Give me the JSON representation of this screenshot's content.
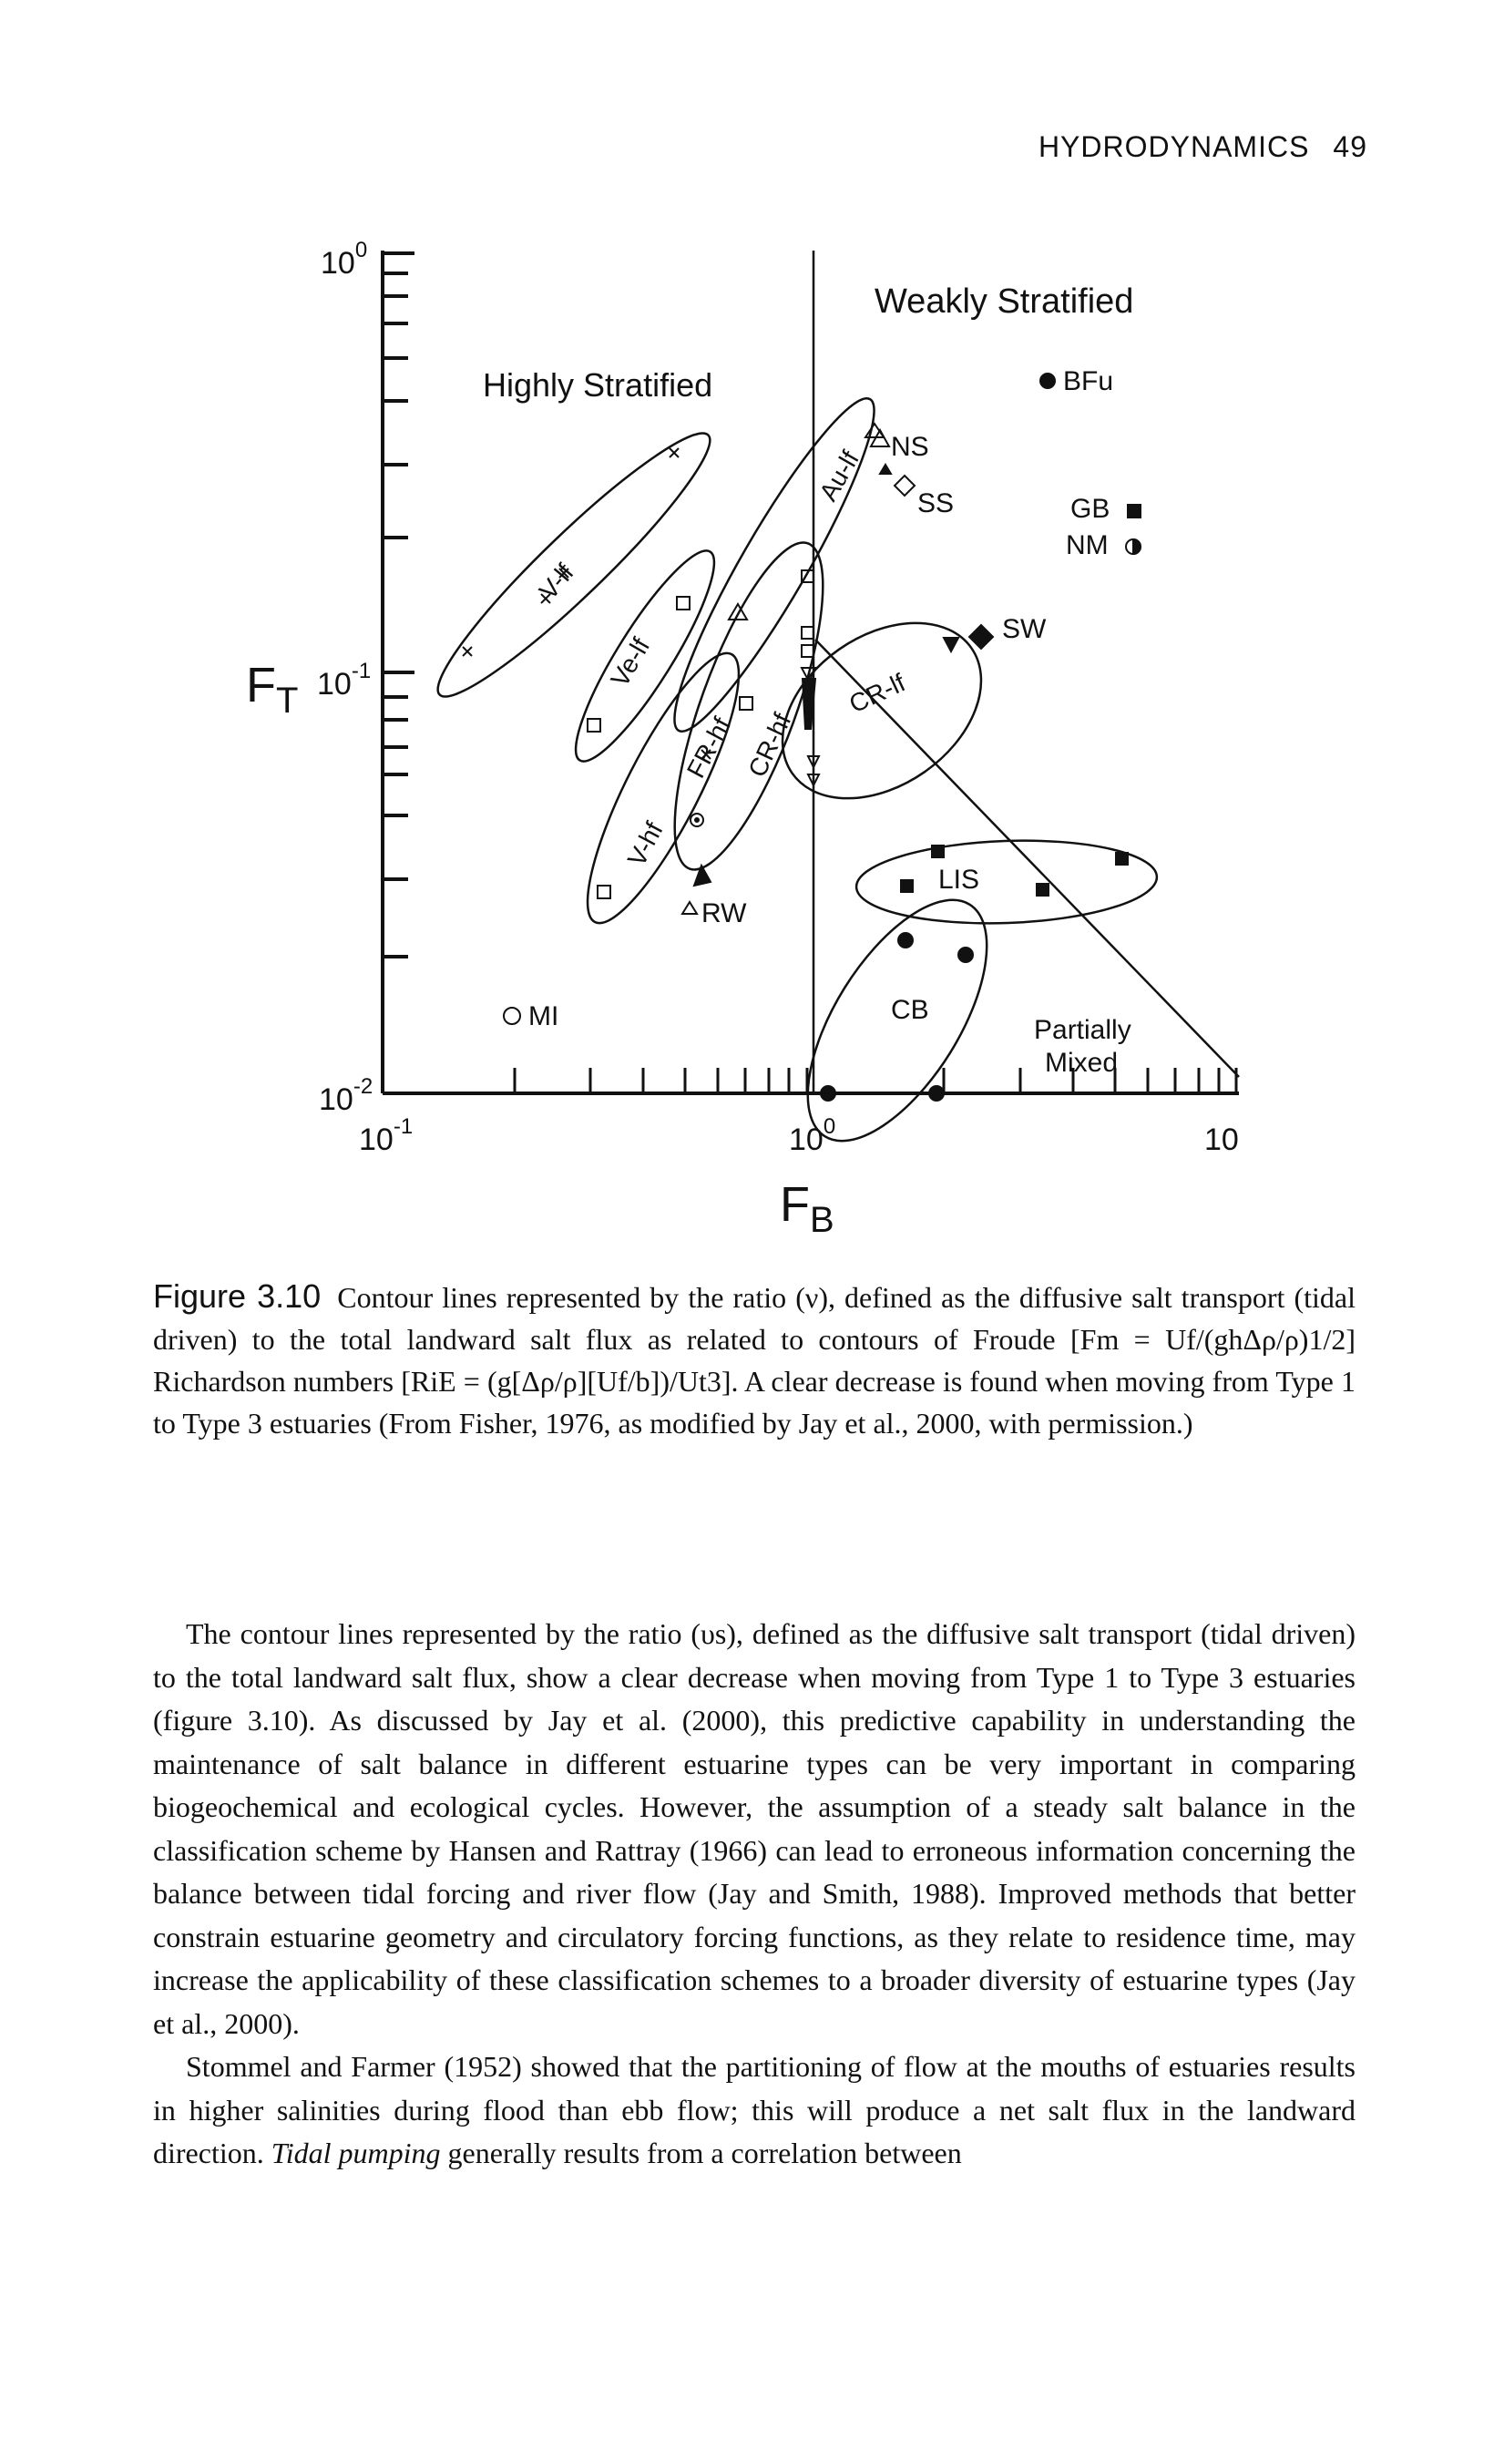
{
  "header": {
    "running_title": "HYDRODYNAMICS",
    "page_number": "49"
  },
  "figure": {
    "y_axis": {
      "symbol": "F",
      "subscript": "T",
      "ticks": [
        {
          "base": "10",
          "exp": "0"
        },
        {
          "base": "10",
          "exp": "-1"
        },
        {
          "base": "10",
          "exp": "-2"
        }
      ]
    },
    "x_axis": {
      "symbol": "F",
      "subscript": "B",
      "ticks": [
        {
          "base": "10",
          "exp": "-1"
        },
        {
          "base": "10",
          "exp": "0"
        },
        {
          "base": "10",
          "exp": ""
        }
      ]
    },
    "regions": {
      "weak": "Weakly Stratified",
      "high": "Highly Stratified",
      "partial_1": "Partially",
      "partial_2": "Mixed"
    },
    "ellipse_labels": [
      "V-lf",
      "Ve-lf",
      "FR-hf",
      "CR-hf",
      "V-hf",
      "Au-lf",
      "CR-lf"
    ],
    "point_labels": {
      "bfu": "BFu",
      "ns": "NS",
      "ss": "SS",
      "gb": "GB",
      "nm": "NM",
      "sw": "SW",
      "lis": "LIS",
      "rw": "RW",
      "cb": "CB",
      "mi": "MI"
    }
  },
  "caption": {
    "number": "Figure 3.10",
    "text": "Contour lines represented by the ratio (ν), defined as the diffusive salt transport (tidal driven) to the total landward salt flux as related to contours of Froude [Fm = Uf/(ghΔρ/ρ)1/2] Richardson numbers [RiE = (g[Δρ/ρ][Uf/b])/Ut3]. A clear decrease is found when moving from Type 1 to Type 3 estuaries (From Fisher, 1976, as modified by Jay et al., 2000, with permission.)"
  },
  "body": {
    "p1": "The contour lines represented by the ratio (υs), defined as the diffusive salt transport (tidal driven) to the total landward salt flux, show a clear decrease when moving from Type 1 to Type 3 estuaries (figure 3.10). As discussed by Jay et al. (2000), this predictive capability in understanding the maintenance of salt balance in different estuarine types can be very important in comparing biogeochemical and ecological cycles. However, the assumption of a steady salt balance in the classification scheme by Hansen and Rattray (1966) can lead to erroneous information concerning the balance between tidal forcing and river flow (Jay and Smith, 1988). Improved methods that better constrain estuarine geometry and circulatory forcing functions, as they relate to residence time, may increase the applicability of these classification schemes to a broader diversity of estuarine types (Jay et al., 2000).",
    "p2_a": "Stommel and Farmer (1952) showed that the partitioning of flow at the mouths of estuaries results in higher salinities during flood than ebb flow; this will produce a net salt flux in the landward direction. ",
    "p2_em": "Tidal pumping",
    "p2_b": " generally results from a correlation between"
  }
}
